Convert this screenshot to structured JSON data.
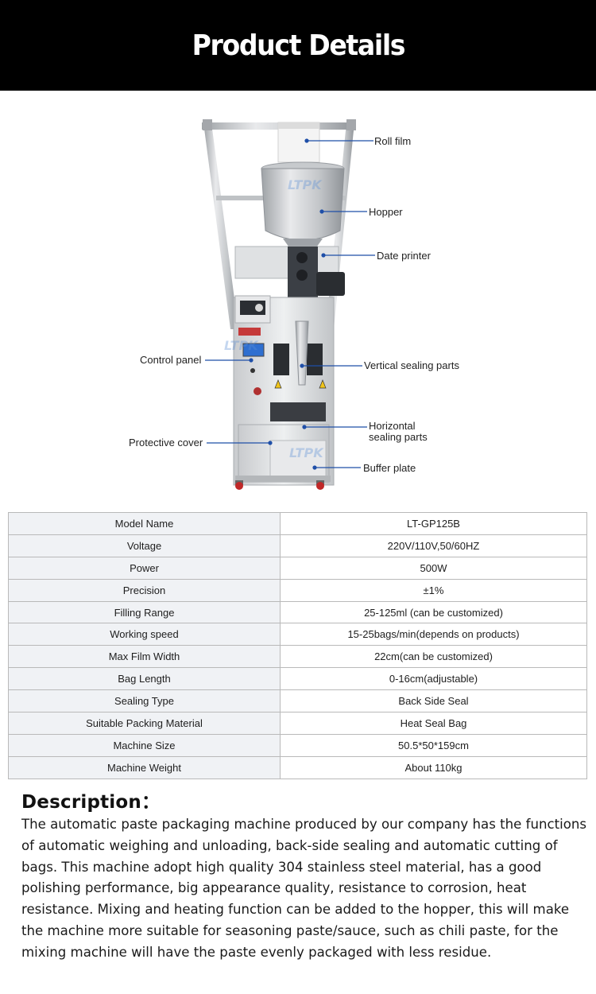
{
  "header": {
    "title": "Product Details"
  },
  "figure": {
    "watermark": "LTPK",
    "callouts": {
      "roll_film": "Roll film",
      "hopper": "Hopper",
      "date_printer": "Date printer",
      "control_panel": "Control panel",
      "vertical_sealing": "Vertical sealing parts",
      "horizontal_sealing_1": "Horizontal",
      "horizontal_sealing_2": "sealing parts",
      "protective_cover": "Protective cover",
      "buffer_plate": "Buffer plate"
    },
    "colors": {
      "callout_line": "#1f4fa8",
      "frame": "#c9cbcd",
      "cabinet": "#dcdde0",
      "hopper": "#b5b8bc"
    }
  },
  "specs": [
    {
      "label": "Model Name",
      "value": "LT-GP125B"
    },
    {
      "label": "Voltage",
      "value": "220V/110V,50/60HZ"
    },
    {
      "label": "Power",
      "value": "500W"
    },
    {
      "label": "Precision",
      "value": "±1%"
    },
    {
      "label": "Filling Range",
      "value": "25-125ml (can be customized)"
    },
    {
      "label": "Working speed",
      "value": "15-25bags/min(depends on products)"
    },
    {
      "label": "Max Film Width",
      "value": "22cm(can be customized)"
    },
    {
      "label": "Bag Length",
      "value": "0-16cm(adjustable)"
    },
    {
      "label": "Sealing Type",
      "value": "Back Side Seal"
    },
    {
      "label": "Suitable Packing Material",
      "value": "Heat Seal Bag"
    },
    {
      "label": "Machine Size",
      "value": "50.5*50*159cm"
    },
    {
      "label": "Machine Weight",
      "value": "About 110kg"
    }
  ],
  "description": {
    "heading": "Description：",
    "body": "The automatic paste packaging machine produced by our company has the functions of automatic weighing and unloading, back-side sealing and automatic cutting of bags. This machine adopt high quality 304 stainless steel material, has a good polishing performance, big appearance quality, resistance to corrosion, heat resistance. Mixing and heating function can be added to the hopper, this will make the machine more suitable for seasoning paste/sauce, such as chili paste, for the mixing machine will have the paste evenly packaged with less residue."
  }
}
